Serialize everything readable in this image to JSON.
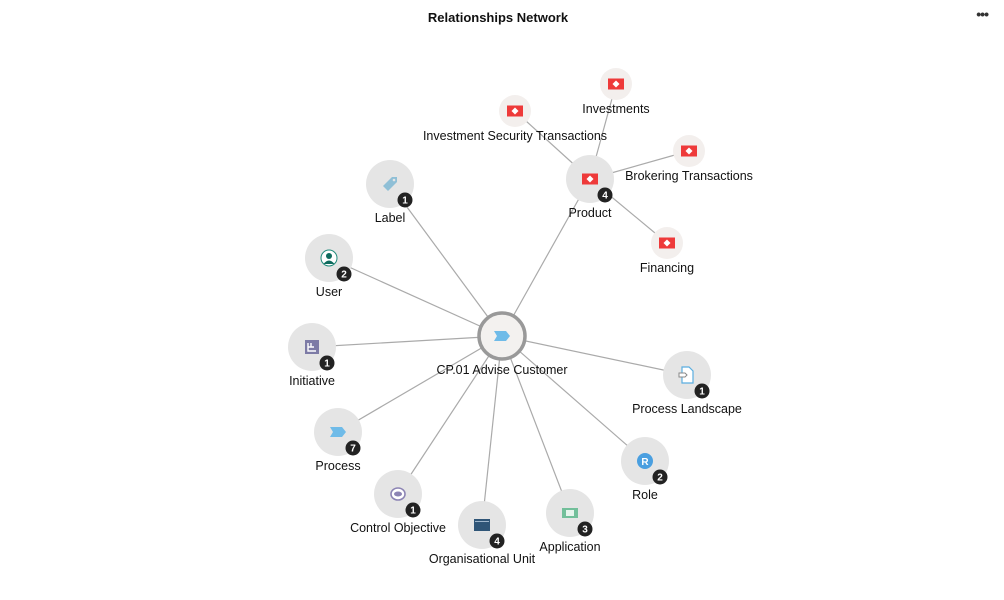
{
  "header": {
    "title": "Relationships Network",
    "more_icon": "more-horizontal-icon"
  },
  "center": {
    "label": "CP.01 Advise Customer",
    "icon": "process-chevron-icon"
  },
  "nodes": [
    {
      "id": "label",
      "label": "Label",
      "count": "1",
      "icon": "tag-icon"
    },
    {
      "id": "user",
      "label": "User",
      "count": "2",
      "icon": "user-icon"
    },
    {
      "id": "initiative",
      "label": "Initiative",
      "count": "1",
      "icon": "initiative-icon"
    },
    {
      "id": "process",
      "label": "Process",
      "count": "7",
      "icon": "process-chevron-icon"
    },
    {
      "id": "control-objective",
      "label": "Control Objective",
      "count": "1",
      "icon": "eye-icon"
    },
    {
      "id": "organisational-unit",
      "label": "Organisational Unit",
      "count": "4",
      "icon": "org-unit-icon"
    },
    {
      "id": "application",
      "label": "Application",
      "count": "3",
      "icon": "application-icon"
    },
    {
      "id": "role",
      "label": "Role",
      "count": "2",
      "icon": "role-icon"
    },
    {
      "id": "process-landscape",
      "label": "Process Landscape",
      "count": "1",
      "icon": "process-landscape-icon"
    },
    {
      "id": "product",
      "label": "Product",
      "count": "4",
      "icon": "product-icon"
    }
  ],
  "product_children": [
    {
      "id": "investments",
      "label": "Investments",
      "icon": "product-icon"
    },
    {
      "id": "investment-security-transactions",
      "label": "Investment Security Transactions",
      "icon": "product-icon"
    },
    {
      "id": "brokering-transactions",
      "label": "Brokering Transactions",
      "icon": "product-icon"
    },
    {
      "id": "financing",
      "label": "Financing",
      "icon": "product-icon"
    }
  ],
  "colors": {
    "edge": "#aaaaaa",
    "node": "#e5e5e5",
    "child_node": "#f3efed",
    "badge": "#222222",
    "product": "#ee3a3a"
  }
}
